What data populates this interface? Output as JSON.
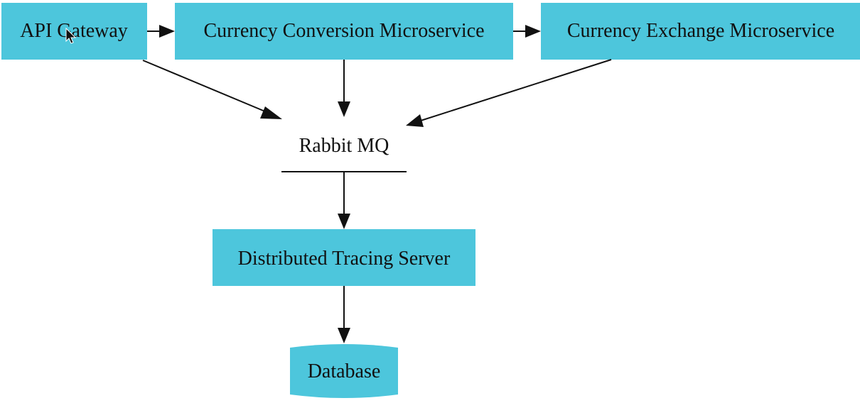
{
  "diagram": {
    "node_color": "#4dc6dc",
    "nodes": {
      "api_gateway": "API Gateway",
      "currency_conversion": "Currency Conversion Microservice",
      "currency_exchange": "Currency Exchange Microservice",
      "rabbit_mq": "Rabbit MQ",
      "tracing_server": "Distributed Tracing Server",
      "database": "Database"
    },
    "edges": [
      {
        "from": "api_gateway",
        "to": "currency_conversion"
      },
      {
        "from": "currency_conversion",
        "to": "currency_exchange"
      },
      {
        "from": "api_gateway",
        "to": "rabbit_mq"
      },
      {
        "from": "currency_conversion",
        "to": "rabbit_mq"
      },
      {
        "from": "currency_exchange",
        "to": "rabbit_mq"
      },
      {
        "from": "rabbit_mq",
        "to": "tracing_server"
      },
      {
        "from": "tracing_server",
        "to": "database"
      }
    ]
  }
}
